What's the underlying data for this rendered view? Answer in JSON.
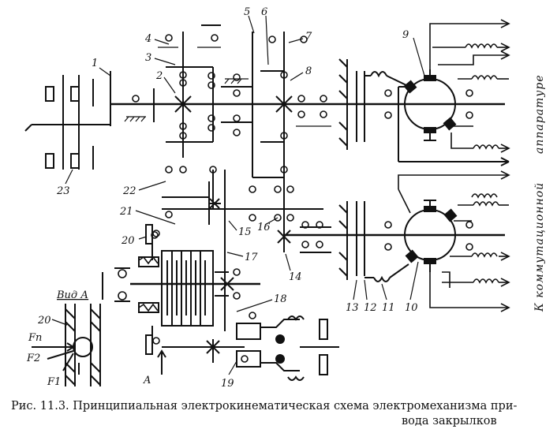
{
  "labels": {
    "n1": "1",
    "n2": "2",
    "n3": "3",
    "n4": "4",
    "n5": "5",
    "n6": "6",
    "n7": "7",
    "n8": "8",
    "n9": "9",
    "n10": "10",
    "n11": "11",
    "n12": "12",
    "n13": "13",
    "n14": "14",
    "n15": "15",
    "n16": "16",
    "n17": "17",
    "n18": "18",
    "n19": "19",
    "n20": "20",
    "n21": "21",
    "n22": "22",
    "n23": "23",
    "n20b": "20"
  },
  "view_a": {
    "title": "Вид А",
    "force_n": "Fп",
    "force_2": "F2",
    "force_1": "F1",
    "arrow_a": "A"
  },
  "side_text": {
    "top": "аппаратуре",
    "bottom": "К коммутационной"
  },
  "caption": {
    "line1": "Рис. 11.3. Принципиальная электрокинематическая схема электромеханизма при-",
    "line2": "вода закрылков"
  }
}
